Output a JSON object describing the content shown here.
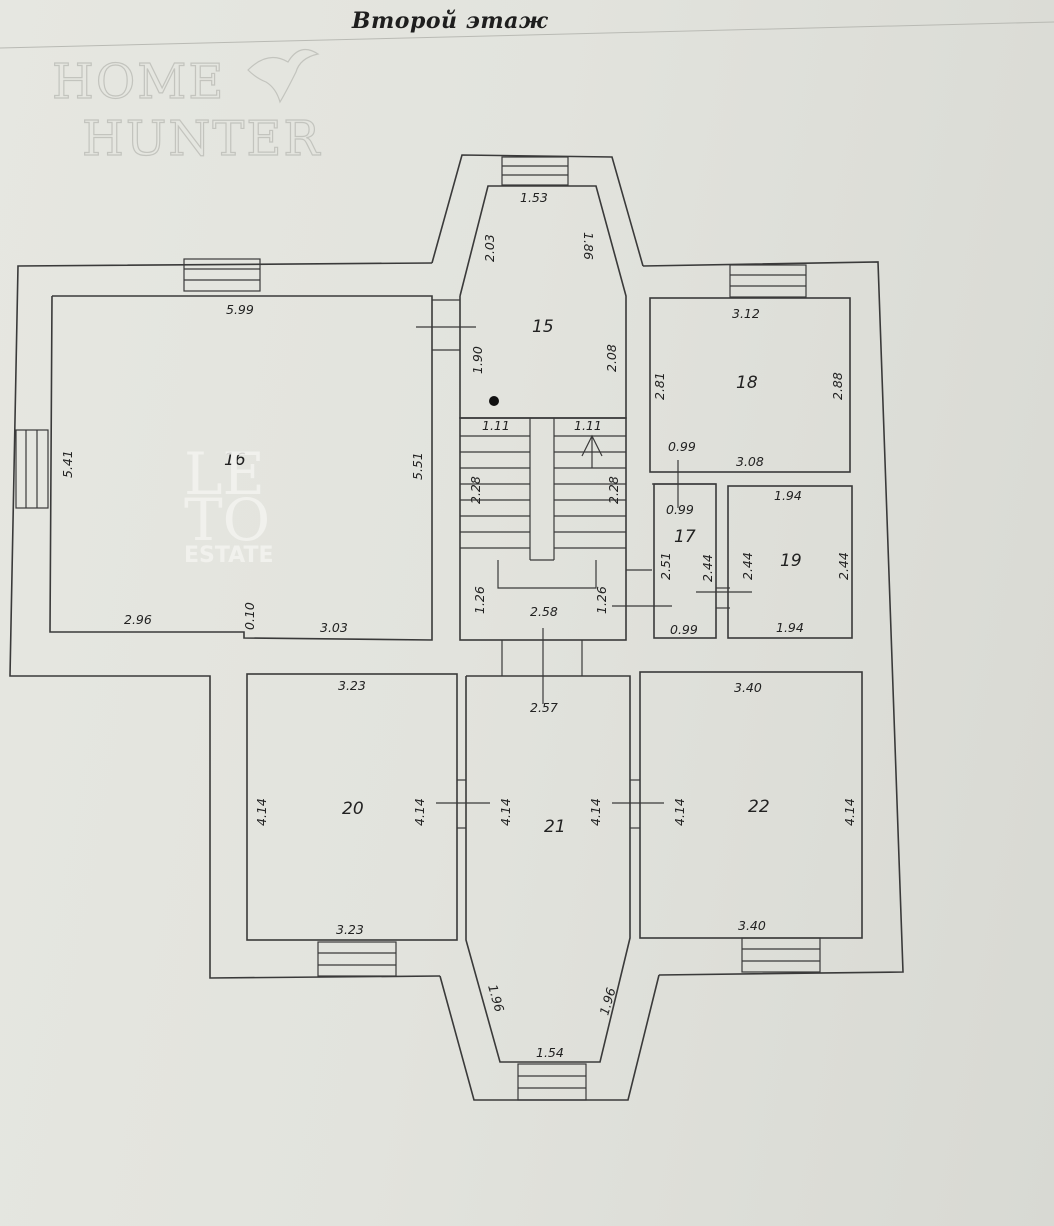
{
  "title": "Второй этаж",
  "watermark": {
    "line1": "HOME",
    "line2": "HUNTER"
  },
  "logo": {
    "letters1": "LE",
    "letters2": "TO",
    "word": "ESTATE"
  },
  "rooms": [
    {
      "id": "r15",
      "label": "15"
    },
    {
      "id": "r16",
      "label": "16"
    },
    {
      "id": "r17",
      "label": "17"
    },
    {
      "id": "r18",
      "label": "18"
    },
    {
      "id": "r19",
      "label": "19"
    },
    {
      "id": "r20",
      "label": "20"
    },
    {
      "id": "r21",
      "label": "21"
    },
    {
      "id": "r22",
      "label": "22"
    }
  ],
  "dims": {
    "r15_top": "1.53",
    "r15_left_diag": "2.03",
    "r15_right_diag": "1.86",
    "r15_left": "1.90",
    "r15_right": "2.08",
    "stair_left_top": "1.11",
    "stair_right_top": "1.11",
    "stair_left_h": "2.28",
    "stair_right_h": "2.28",
    "hall_left": "1.26",
    "hall_right": "1.26",
    "hall_bottom": "2.58",
    "r16_top": "5.99",
    "r16_left": "5.41",
    "r16_right": "5.51",
    "r16_bottom_left": "2.96",
    "r16_step": "0.10",
    "r16_bottom_right": "3.03",
    "r18_top": "3.12",
    "r18_left": "2.81",
    "r18_right": "2.88",
    "r18_bottom": "3.08",
    "r18_corr": "0.99",
    "r17_top": "0.99",
    "r17_left": "2.51",
    "r17_right": "2.44",
    "r17_bottom": "0.99",
    "r19_top": "1.94",
    "r19_left": "2.44",
    "r19_right": "2.44",
    "r19_bottom": "1.94",
    "r20_top": "3.23",
    "r20_left": "4.14",
    "r20_right": "4.14",
    "r20_bottom": "3.23",
    "r21_top": "2.57",
    "r21_left": "4.14",
    "r21_right": "4.14",
    "r21_diag_left": "1.96",
    "r21_diag_right": "1.96",
    "r21_bottom": "1.54",
    "r22_top": "3.40",
    "r22_left": "4.14",
    "r22_right": "4.14",
    "r22_bottom": "3.40"
  }
}
